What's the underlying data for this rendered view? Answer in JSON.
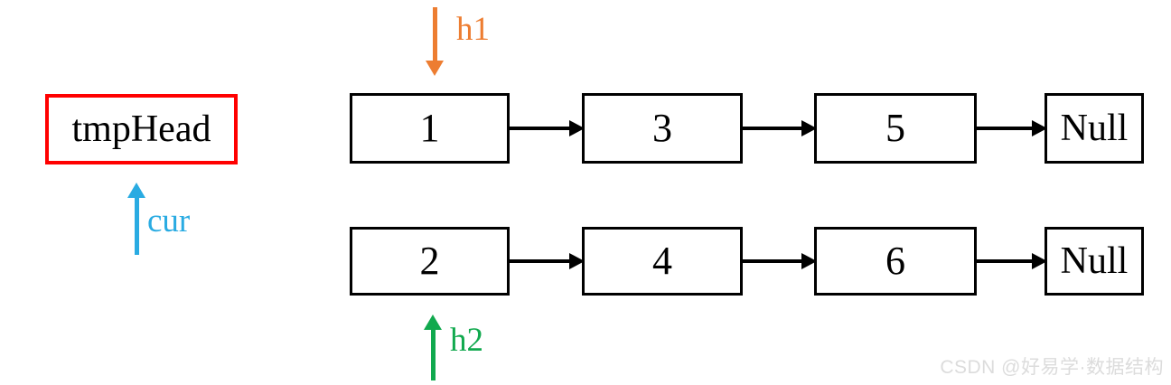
{
  "diagram": {
    "tmp_head": {
      "label": "tmpHead",
      "border_color": "#ff0000"
    },
    "pointers": {
      "h1": {
        "label": "h1",
        "color": "#ed7d31",
        "direction": "down",
        "points_to": "list1 node 1"
      },
      "h2": {
        "label": "h2",
        "color": "#11a94e",
        "direction": "up",
        "points_to": "list2 node 2"
      },
      "cur": {
        "label": "cur",
        "color": "#29abe2",
        "direction": "up",
        "points_to": "tmpHead"
      }
    },
    "list1": {
      "nodes": [
        "1",
        "3",
        "5"
      ],
      "terminator": "Null"
    },
    "list2": {
      "nodes": [
        "2",
        "4",
        "6"
      ],
      "terminator": "Null"
    },
    "node_border_color": "#000000",
    "next_arrow_color": "#000000"
  },
  "watermark": {
    "text": "CSDN @好易学·数据结构"
  }
}
